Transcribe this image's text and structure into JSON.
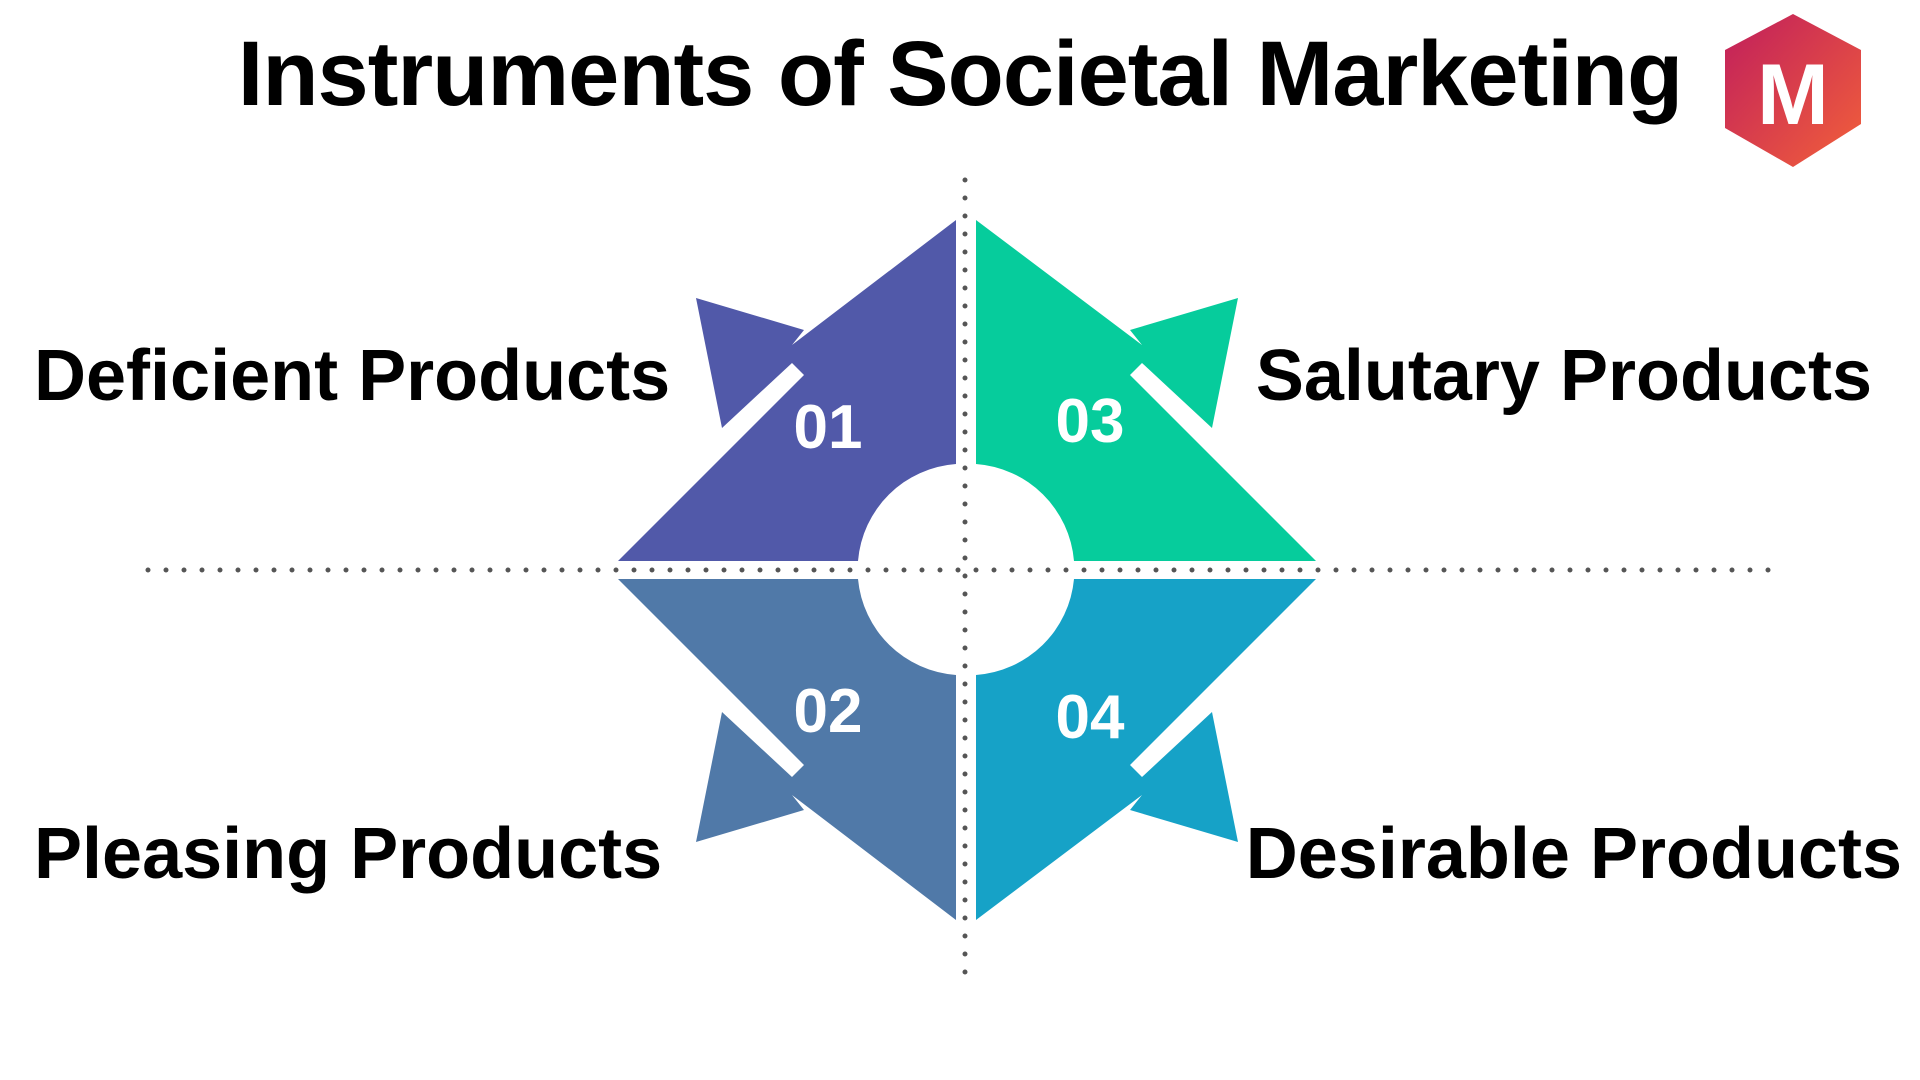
{
  "title": "Instruments of Societal Marketing",
  "logo": {
    "letter": "M",
    "gradient_start": "#c01e5c",
    "gradient_end": "#f2603a"
  },
  "quadrants": [
    {
      "number": "01",
      "label": "Deficient Products",
      "color": "#5159a9"
    },
    {
      "number": "02",
      "label": "Pleasing Products",
      "color": "#5079a8"
    },
    {
      "number": "03",
      "label": "Salutary Products",
      "color": "#06cc9c"
    },
    {
      "number": "04",
      "label": "Desirable Products",
      "color": "#16a2c7"
    }
  ],
  "guide_color": "#555555"
}
